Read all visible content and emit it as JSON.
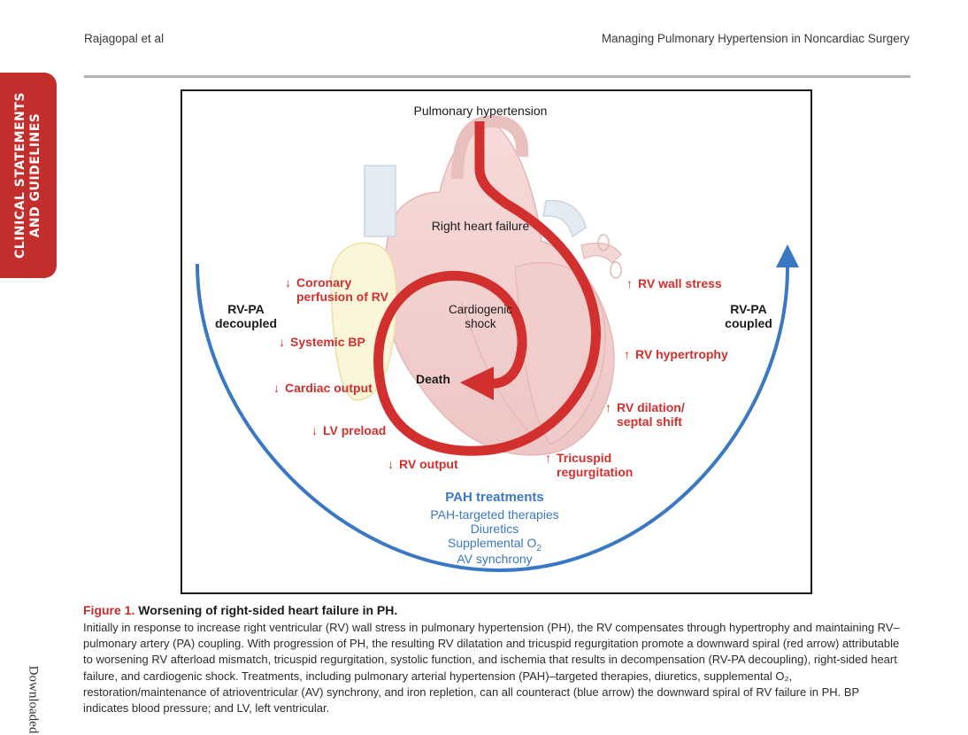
{
  "header": {
    "left": "Rajagopal et al",
    "right": "Managing Pulmonary Hypertension in Noncardiac Surgery"
  },
  "side_tab": {
    "line1": "CLINICAL STATEMENTS",
    "line2": "AND GUIDELINES"
  },
  "margin_note": "Downloaded",
  "colors": {
    "red": "#d2302e",
    "blue": "#3a78c3",
    "tab": "#c32d2b"
  },
  "figure": {
    "top": "Pulmonary hypertension",
    "right_heart_failure": "Right heart failure",
    "cardiogenic_shock": [
      "Cardiogenic",
      "shock"
    ],
    "death": "Death",
    "rv_pa_decoupled": [
      "RV-PA",
      "decoupled"
    ],
    "rv_pa_coupled": [
      "RV-PA",
      "coupled"
    ],
    "factors_left": {
      "coronary": [
        "Coronary",
        "perfusion of RV"
      ],
      "systemic_bp": "Systemic BP",
      "cardiac_output": "Cardiac output",
      "lv_preload": "LV preload",
      "rv_output": "RV output"
    },
    "factors_right": {
      "rv_wall_stress": "RV wall stress",
      "rv_hypertrophy": "RV hypertrophy",
      "rv_dilation": [
        "RV dilation/",
        "septal shift"
      ],
      "tricuspid": [
        "Tricuspid",
        "regurgitation"
      ]
    },
    "pah": {
      "title": "PAH treatments",
      "item1": "PAH-targeted therapies",
      "item2": "Diuretics",
      "item3": "Supplemental O",
      "item3_sub": "2",
      "item4": "AV synchrony"
    }
  },
  "caption": {
    "label": "Figure 1.",
    "title": "Worsening of right-sided heart failure in PH.",
    "body": "Initially in response to increase right ventricular (RV) wall stress in pulmonary hypertension (PH), the RV compensates through hypertrophy and maintaining RV–pulmonary artery (PA) coupling. With progression of PH, the resulting RV dilatation and tricuspid regurgitation promote a downward spiral (red arrow) attributable to worsening RV afterload mismatch, tricuspid regurgitation, systolic function, and ischemia that results in decompensation (RV-PA decoupling), right-sided heart failure, and cardiogenic shock. Treatments, including pulmonary arterial hypertension (PAH)–targeted therapies, diuretics, supplemental O₂, restoration/maintenance of atrioventricular (AV) synchrony, and iron repletion, can all counteract (blue arrow) the downward spiral of RV failure in PH. BP indicates blood pressure; and LV, left ventricular."
  }
}
